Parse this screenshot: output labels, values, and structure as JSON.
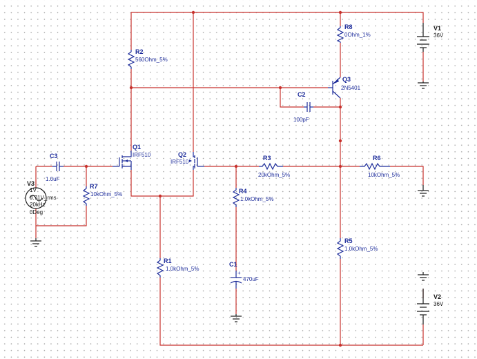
{
  "components": {
    "V1": {
      "ref": "V1",
      "value": "36V"
    },
    "V2": {
      "ref": "V2",
      "value": "36V"
    },
    "V3": {
      "ref": "V3",
      "params": [
        "1V",
        "0.71V_rms",
        "20kHz",
        "0Deg"
      ]
    },
    "R1": {
      "ref": "R1",
      "value": "1.0kOhm_5%"
    },
    "R2": {
      "ref": "R2",
      "value": "560Ohm_5%"
    },
    "R3": {
      "ref": "R3",
      "value": "20kOhm_5%"
    },
    "R4": {
      "ref": "R4",
      "value": "1.0kOhm_5%"
    },
    "R5": {
      "ref": "R5",
      "value": "1.0kOhm_5%"
    },
    "R6": {
      "ref": "R6",
      "value": "10kOhm_5%"
    },
    "R7": {
      "ref": "R7",
      "value": "10kOhm_5%"
    },
    "R8": {
      "ref": "R8",
      "value": "0Ohm_1%"
    },
    "C1": {
      "ref": "C1",
      "value": "470uF"
    },
    "C2": {
      "ref": "C2",
      "value": "100pF"
    },
    "C3": {
      "ref": "C3",
      "value": "1.0uF"
    },
    "Q1": {
      "ref": "Q1",
      "value": "IRF510"
    },
    "Q2": {
      "ref": "Q2",
      "value": "IRF510"
    },
    "Q3": {
      "ref": "Q3",
      "value": "2N5401"
    }
  },
  "colors": {
    "wire": "#c8322d",
    "component": "#1d2c9a",
    "ground": "#1a1a1a",
    "grid_dots": "#9a9a9a",
    "background": "#ffffff"
  }
}
